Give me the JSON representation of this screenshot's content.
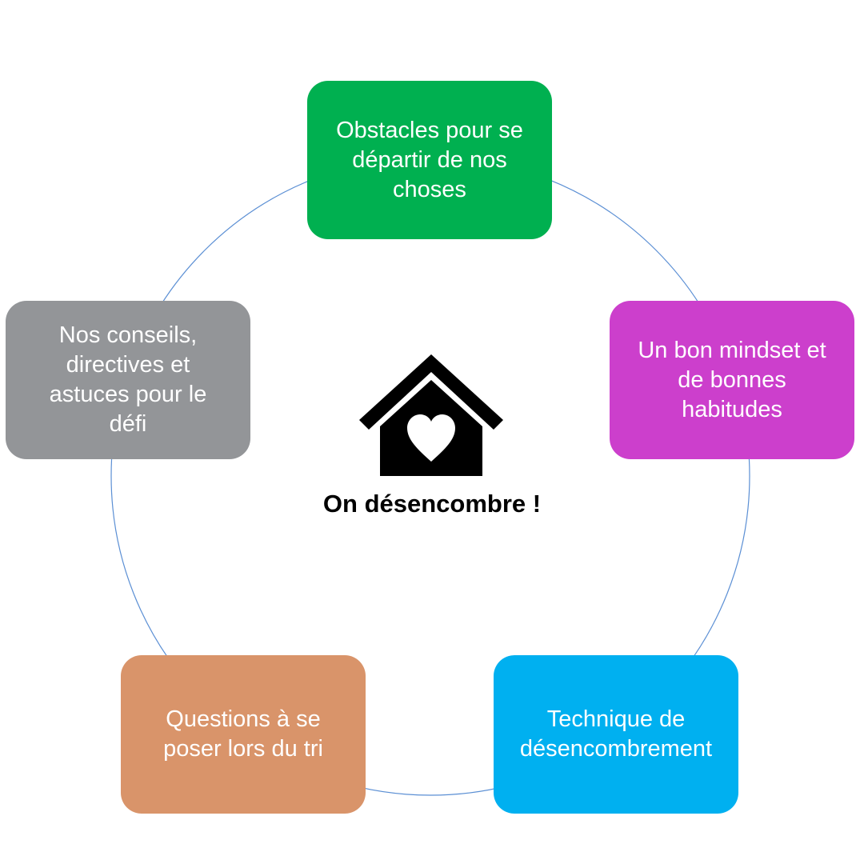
{
  "center": {
    "title": "On désencombre !"
  },
  "nodes": [
    {
      "label": "Obstacles pour se\ndépartir de nos\nchoses",
      "color": "#00B050"
    },
    {
      "label": "Un bon mindset et\nde bonnes\nhabitudes",
      "color": "#CC3FCC"
    },
    {
      "label": "Technique de\ndésencombrement",
      "color": "#00B0F0"
    },
    {
      "label": "Questions à se\nposer lors du tri",
      "color": "#D9946A"
    },
    {
      "label": "Nos conseils,\ndirectives et\nastuces pour le\ndéfi",
      "color": "#939598"
    }
  ],
  "colors": {
    "ring": "#5B8FD4",
    "house": "#000000",
    "heart": "#ffffff"
  },
  "icons": {
    "center": "house-heart-icon"
  }
}
